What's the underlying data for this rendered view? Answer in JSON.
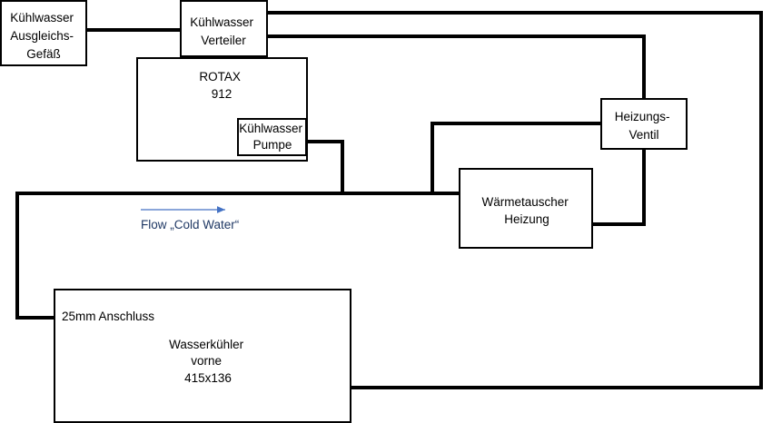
{
  "components": {
    "ausgleichsgefaess": {
      "lines": [
        "Kühlwasser",
        "Ausgleichs-",
        "Gefäß"
      ]
    },
    "verteiler": {
      "lines": [
        "Kühlwasser",
        "Verteiler"
      ]
    },
    "engine": {
      "lines": [
        "ROTAX",
        "912"
      ]
    },
    "pumpe": {
      "lines": [
        "Kühlwasser",
        "Pumpe"
      ]
    },
    "heizungsventil": {
      "lines": [
        "Heizungs-",
        "Ventil"
      ]
    },
    "waermetauscher": {
      "lines": [
        "Wärmetauscher",
        "Heizung"
      ]
    },
    "wasserkuehler": {
      "lines": [
        "Wasserkühler",
        "vorne",
        "415x136"
      ],
      "port_label": "25mm Anschluss"
    }
  },
  "flow": {
    "label": "Flow „Cold Water“",
    "arrow_color": "#4472c4"
  }
}
